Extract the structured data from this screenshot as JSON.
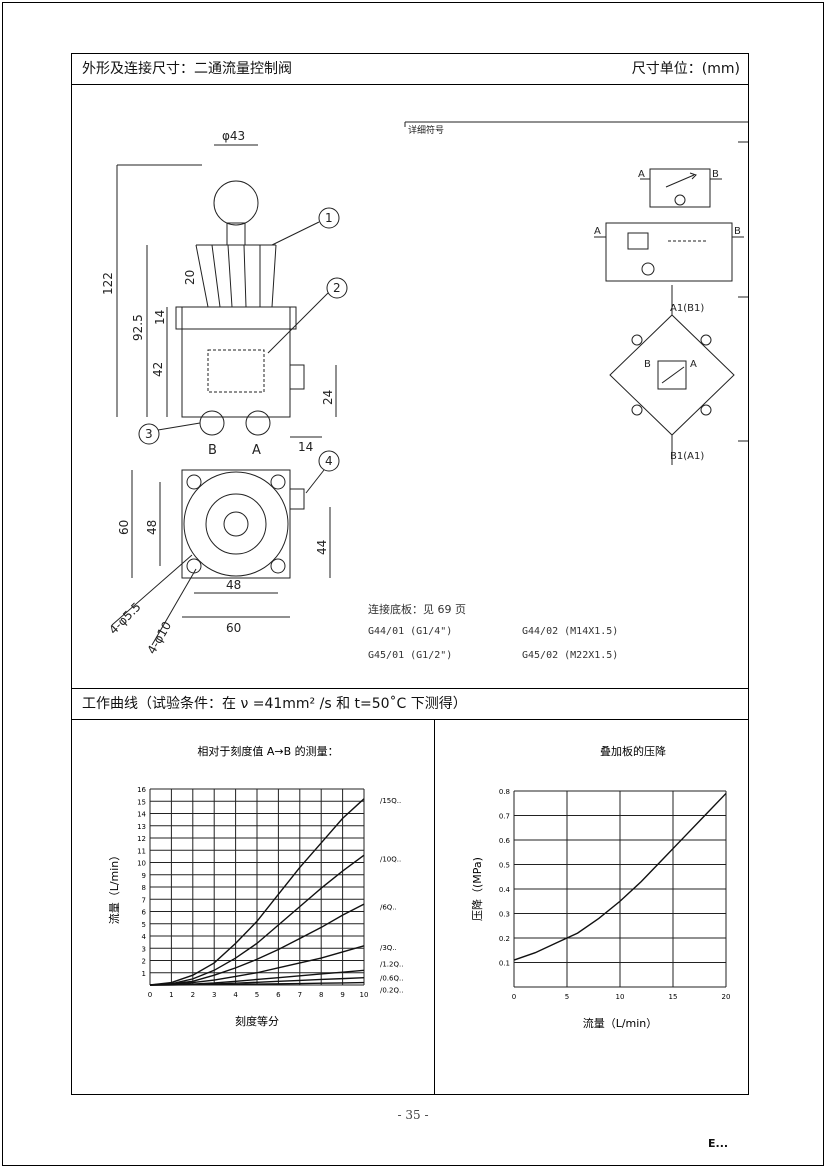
{
  "header": {
    "title": "外形及连接尺寸：二通流量控制阀",
    "unit": "尺寸单位：(mm)"
  },
  "drawing": {
    "dims": {
      "d43": "φ43",
      "d122": "122",
      "d92_5": "92.5",
      "d42": "42",
      "d20": "20",
      "d14": "14",
      "d24": "24",
      "d14b": "14",
      "d60v": "60",
      "d48v": "48",
      "d44": "44",
      "d48h": "48",
      "d60h": "60",
      "hole55": "4-φ5.5",
      "hole10": "4-φ10"
    },
    "callouts": [
      "1",
      "2",
      "3",
      "4"
    ],
    "ports": {
      "b": "B",
      "a": "A"
    },
    "symbol_title": "详细符号",
    "symbol_labels": {
      "a": "A",
      "b": "B",
      "a1b1": "A1(B1)",
      "b1a1": "B1(A1)"
    }
  },
  "connection": {
    "baseplate": "连接底板：见 69 页",
    "rows": [
      [
        "G44/01 (G1/4\")",
        "G44/02 (M14X1.5)"
      ],
      [
        "G45/01 (G1/2\")",
        "G45/02 (M22X1.5)"
      ]
    ]
  },
  "curves_header": "工作曲线（试验条件：在 ν =41mm² /s 和 t=50˚C 下测得）",
  "chart_data": [
    {
      "type": "line",
      "title": "相对于刻度值 A→B 的测量：",
      "xlabel": "刻度等分",
      "ylabel": "流量（L/min）",
      "xlim": [
        0,
        10
      ],
      "ylim": [
        0,
        16
      ],
      "x_ticks": [
        "0",
        "1",
        "2",
        "3",
        "4",
        "5",
        "6",
        "7",
        "8",
        "9",
        "10"
      ],
      "y_ticks": [
        "1",
        "2",
        "3",
        "4",
        "5",
        "6",
        "7",
        "8",
        "9",
        "10",
        "11",
        "12",
        "13",
        "14",
        "15",
        "16"
      ],
      "grid": true,
      "series": [
        {
          "name": "/15Q..",
          "x": [
            0,
            1,
            2,
            3,
            4,
            5,
            6,
            7,
            8,
            9,
            10
          ],
          "values": [
            0,
            0.2,
            0.8,
            1.8,
            3.4,
            5.2,
            7.4,
            9.6,
            11.6,
            13.6,
            15.2
          ]
        },
        {
          "name": "/10Q..",
          "x": [
            0,
            1,
            2,
            3,
            4,
            5,
            6,
            7,
            8,
            9,
            10
          ],
          "values": [
            0,
            0.1,
            0.5,
            1.2,
            2.2,
            3.4,
            4.9,
            6.4,
            7.9,
            9.3,
            10.6
          ]
        },
        {
          "name": "/6Q..",
          "x": [
            0,
            1,
            2,
            3,
            4,
            5,
            6,
            7,
            8,
            9,
            10
          ],
          "values": [
            0,
            0.1,
            0.3,
            0.8,
            1.4,
            2.1,
            2.9,
            3.8,
            4.7,
            5.7,
            6.6
          ]
        },
        {
          "name": "/3Q..",
          "x": [
            0,
            1,
            2,
            3,
            4,
            5,
            6,
            7,
            8,
            9,
            10
          ],
          "values": [
            0,
            0.05,
            0.2,
            0.4,
            0.7,
            1.0,
            1.4,
            1.8,
            2.2,
            2.7,
            3.2
          ]
        },
        {
          "name": "/1.2Q..",
          "x": [
            0,
            1,
            2,
            3,
            4,
            5,
            6,
            7,
            8,
            9,
            10
          ],
          "values": [
            0,
            0.02,
            0.08,
            0.17,
            0.3,
            0.45,
            0.6,
            0.75,
            0.9,
            1.05,
            1.2
          ]
        },
        {
          "name": "/0.6Q..",
          "x": [
            0,
            1,
            2,
            3,
            4,
            5,
            6,
            7,
            8,
            9,
            10
          ],
          "values": [
            0,
            0.01,
            0.04,
            0.09,
            0.15,
            0.22,
            0.3,
            0.37,
            0.45,
            0.52,
            0.6
          ]
        },
        {
          "name": "/0.2Q..",
          "x": [
            0,
            1,
            2,
            3,
            4,
            5,
            6,
            7,
            8,
            9,
            10
          ],
          "values": [
            0,
            0.01,
            0.02,
            0.03,
            0.05,
            0.08,
            0.1,
            0.12,
            0.15,
            0.17,
            0.2
          ]
        }
      ]
    },
    {
      "type": "line",
      "title": "叠加板的压降",
      "xlabel": "流量（L/min）",
      "ylabel": "压降（(MPa)",
      "xlim": [
        0,
        20
      ],
      "ylim": [
        0,
        0.8
      ],
      "x_ticks": [
        "0",
        "5",
        "10",
        "15",
        "20"
      ],
      "y_ticks": [
        "0.1",
        "0.2",
        "0.3",
        "0.4",
        "0.5",
        "0.6",
        "0.7",
        "0.8"
      ],
      "grid": true,
      "series": [
        {
          "x": [
            0,
            2,
            4,
            6,
            8,
            10,
            12,
            14,
            16,
            18,
            20
          ],
          "values": [
            0.11,
            0.14,
            0.18,
            0.22,
            0.28,
            0.35,
            0.43,
            0.52,
            0.61,
            0.7,
            0.79
          ]
        }
      ]
    }
  ],
  "footer": {
    "page": "- 35 -",
    "mark": "E..."
  }
}
